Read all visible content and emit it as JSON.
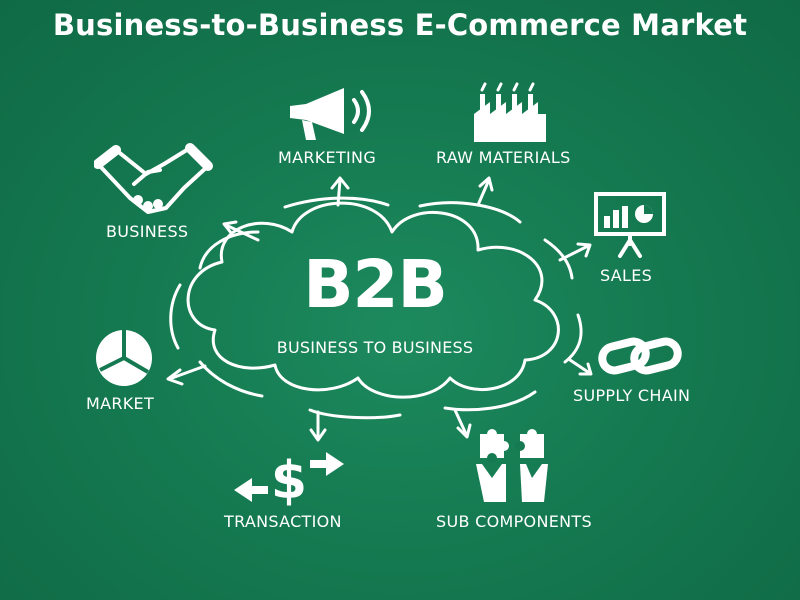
{
  "title": "Business-to-Business E-Commerce Market",
  "center": {
    "heading": "B2B",
    "subheading": "BUSINESS TO BUSINESS"
  },
  "nodes": {
    "marketing": "MARKETING",
    "raw_materials": "RAW MATERIALS",
    "business": "BUSINESS",
    "sales": "SALES",
    "market": "MARKET",
    "supply_chain": "SUPPLY CHAIN",
    "transaction": "TRANSACTION",
    "sub_components": "SUB COMPONENTS"
  },
  "colors": {
    "background": "#157a51",
    "foreground": "#ffffff"
  },
  "icons": {
    "marketing": "megaphone-icon",
    "raw_materials": "factory-icon",
    "business": "handshake-icon",
    "sales": "presentation-board-icon",
    "market": "pie-chart-icon",
    "supply_chain": "chain-link-icon",
    "transaction": "dollar-arrows-icon",
    "sub_components": "puzzle-hands-icon"
  }
}
